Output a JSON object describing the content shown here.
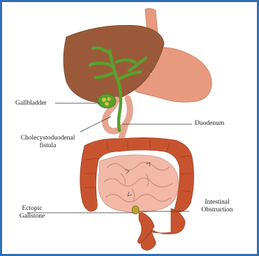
{
  "labels": {
    "gallbladder": "Gallbladder",
    "fistula_line1": "Cholecystoduodenal",
    "fistula_line2": "fistula",
    "duodenum": "Duodenum",
    "obstruction_line1": "Intestinal",
    "obstruction_line2": "Obstruction",
    "ectopic_line1": "Ectopic",
    "ectopic_line2": "Gallstone"
  },
  "colors": {
    "frame_border": "#2f6fb7",
    "liver": "#9a5a3a",
    "stomach": "#e89a7f",
    "bile_duct": "#5aa02c",
    "colon": "#c8542f",
    "small_intestine": "#f2b9a8",
    "gallstone": "#b8a030"
  }
}
